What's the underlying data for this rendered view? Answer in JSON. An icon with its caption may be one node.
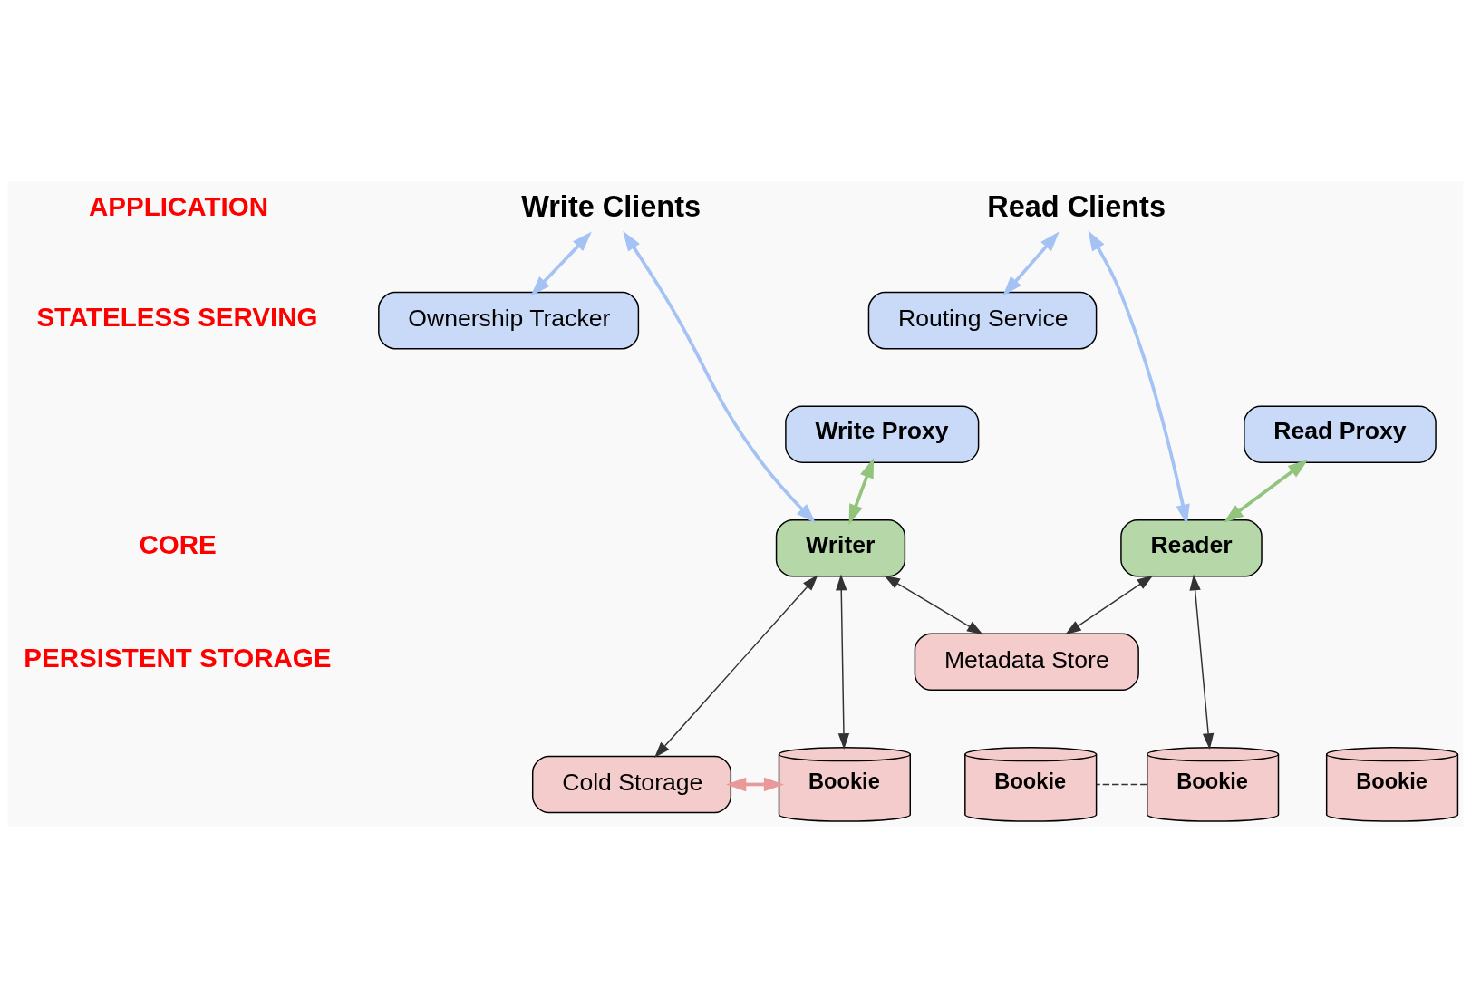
{
  "diagram": {
    "nodes": [
      {
        "text": [
          "Write Clients"
        ]
      },
      {
        "text": [
          "Read Clients"
        ]
      },
      {
        "text": [
          "Ownership Tracker"
        ]
      },
      {
        "text": [
          "Write Proxy"
        ]
      },
      {
        "text": [
          "Routing Service"
        ]
      },
      {
        "text": [
          "Read Proxy"
        ]
      },
      {
        "text": [
          "Writer"
        ]
      },
      {
        "text": [
          "Reader"
        ]
      },
      {
        "text": [
          "Metadata Store"
        ]
      },
      {
        "text": [
          "Cold Storage"
        ]
      },
      {
        "text": [
          "Bookie"
        ]
      },
      {
        "text": [
          "Bookie"
        ]
      },
      {
        "text": [
          "Bookie"
        ]
      },
      {
        "text": [
          "Bookie"
        ]
      }
    ],
    "edges": [
      {
        "from": 0,
        "to": 6,
        "arrow": "both",
        "color": "#a4c2f4"
      },
      {
        "from": 0,
        "to": 2,
        "arrow": "both",
        "color": "#a4c2f4"
      },
      {
        "from": 3,
        "to": 6,
        "arrow": "both",
        "color": "#93c47d"
      },
      {
        "from": 1,
        "to": 4,
        "arrow": "both",
        "color": "#a4c2f4"
      },
      {
        "from": 1,
        "to": 7,
        "arrow": "both",
        "color": "#a4c2f4"
      },
      {
        "from": 5,
        "to": 7,
        "arrow": "both",
        "color": "#93c47d"
      },
      {
        "from": 6,
        "to": 8,
        "arrow": "both"
      },
      {
        "from": 7,
        "to": 8,
        "arrow": "both"
      },
      {
        "from": 6,
        "to": 9,
        "arrow": "both"
      },
      {
        "from": 6,
        "to": 10,
        "arrow": "both"
      },
      {
        "from": 7,
        "to": 12,
        "arrow": "both"
      },
      {
        "from": 9,
        "to": 10,
        "arrow": "both",
        "color": "#ea9999"
      },
      {
        "from": 12,
        "to": 13,
        "arrow": "none",
        "style": "dashed"
      }
    ],
    "labels": [
      "APPLICATION",
      "STATELESS SERVING",
      "CORE",
      "PERSISTENT STORAGE"
    ]
  }
}
